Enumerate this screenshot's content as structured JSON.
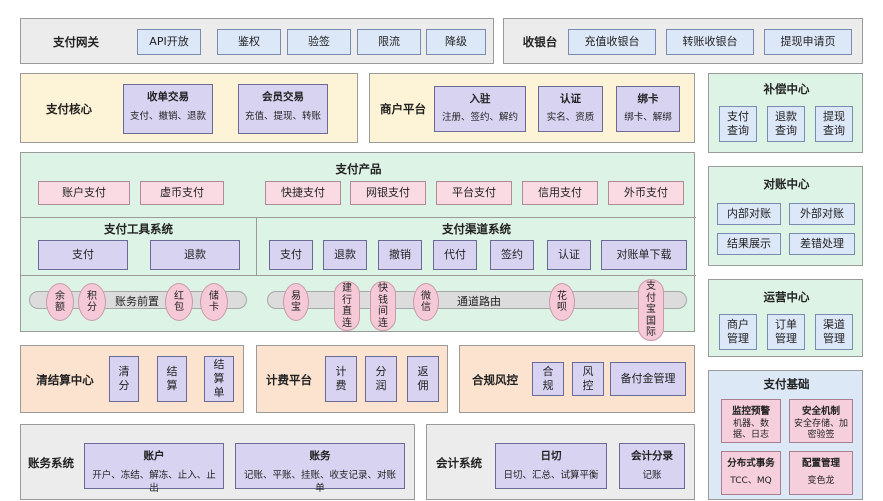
{
  "gateway": {
    "title": "支付网关",
    "items": [
      "API开放",
      "鉴权",
      "验签",
      "限流",
      "降级"
    ]
  },
  "cashier": {
    "title": "收银台",
    "items": [
      "充值收银台",
      "转账收银台",
      "提现申请页"
    ]
  },
  "pay_core": {
    "title": "支付核心",
    "cards": [
      {
        "head": "收单交易",
        "body": "支付、撤销、退款"
      },
      {
        "head": "会员交易",
        "body": "充值、提现、转账"
      }
    ]
  },
  "merchant": {
    "title": "商户平台",
    "cards": [
      {
        "head": "入驻",
        "body": "注册、签约、解约"
      },
      {
        "head": "认证",
        "body": "实名、资质"
      },
      {
        "head": "绑卡",
        "body": "绑卡、解绑"
      }
    ]
  },
  "compensate": {
    "title": "补偿中心",
    "items": [
      "支付查询",
      "退款查询",
      "提现查询"
    ]
  },
  "reconcile": {
    "title": "对账中心",
    "items": [
      "内部对账",
      "外部对账",
      "结果展示",
      "差错处理"
    ]
  },
  "ops": {
    "title": "运营中心",
    "items": [
      "商户管理",
      "订单管理",
      "渠道管理"
    ]
  },
  "products": {
    "title": "支付产品",
    "items": [
      "账户支付",
      "虚币支付",
      "快捷支付",
      "网银支付",
      "平台支付",
      "信用支付",
      "外币支付"
    ]
  },
  "tools": {
    "title": "支付工具系统",
    "items": [
      "支付",
      "退款"
    ]
  },
  "channel": {
    "title": "支付渠道系统",
    "items": [
      "支付",
      "退款",
      "撤销",
      "代付",
      "签约",
      "认证",
      "对账单下载"
    ]
  },
  "ledger_front": {
    "title": "账务前置",
    "circles": [
      "余额",
      "积分",
      "红包",
      "储卡"
    ]
  },
  "routing": {
    "title": "通道路由",
    "circles": [
      "易宝",
      "建行直连",
      "快钱间连",
      "微信",
      "花呗",
      "支付宝国际"
    ]
  },
  "clearing": {
    "title": "清结算中心",
    "items": [
      "清分",
      "结算",
      "结算单"
    ]
  },
  "billing": {
    "title": "计费平台",
    "items": [
      "计费",
      "分润",
      "返佣"
    ]
  },
  "risk": {
    "title": "合规风控",
    "items": [
      "合规",
      "风控",
      "备付金管理"
    ]
  },
  "pay_base": {
    "title": "支付基础",
    "cards": [
      {
        "head": "监控预警",
        "body": "机器、数据、日志"
      },
      {
        "head": "安全机制",
        "body": "安全存储、加密验签"
      },
      {
        "head": "分布式事务",
        "body": "TCC、MQ"
      },
      {
        "head": "配置管理",
        "body": "变色龙"
      }
    ]
  },
  "accounting": {
    "title": "账务系统",
    "cards": [
      {
        "head": "账户",
        "body": "开户、冻结、解冻、止入、止出"
      },
      {
        "head": "账务",
        "body": "记账、平账、挂账、收支记录、对账单"
      }
    ]
  },
  "finance": {
    "title": "会计系统",
    "cards": [
      {
        "head": "日切",
        "body": "日切、汇总、试算平衡"
      },
      {
        "head": "会计分录",
        "body": "记账"
      }
    ]
  }
}
